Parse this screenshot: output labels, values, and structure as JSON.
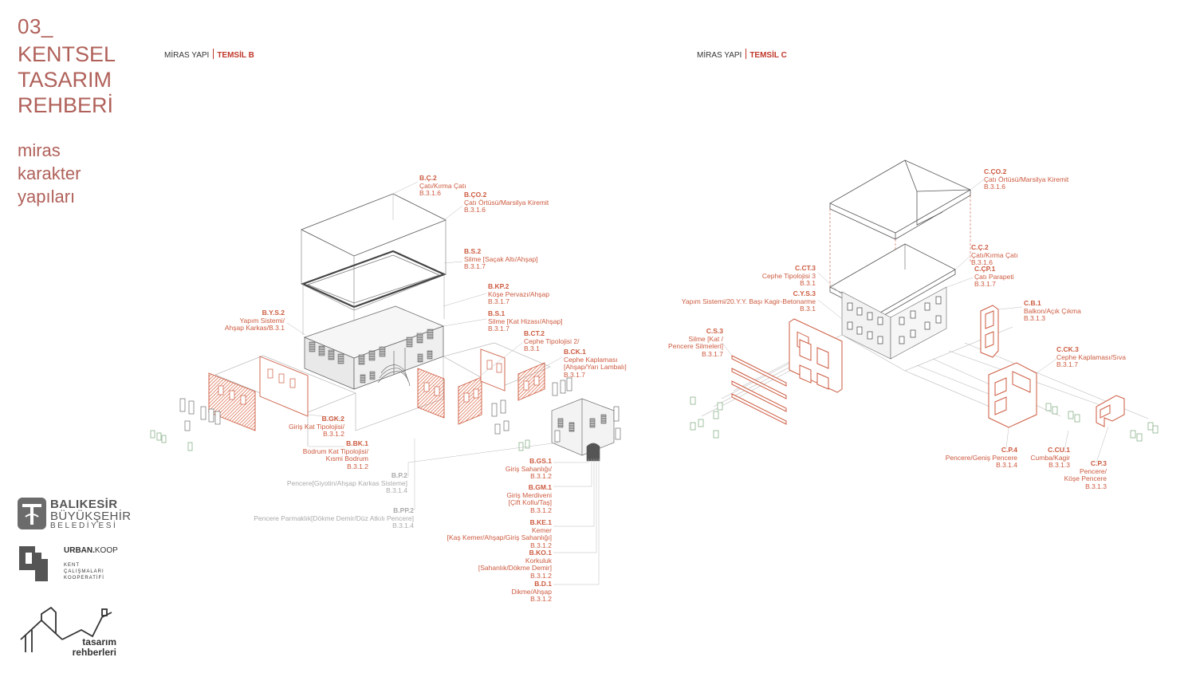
{
  "section": {
    "number": "03_",
    "title_lines": [
      "KENTSEL",
      "TASARIM",
      "REHBERİ"
    ],
    "subtitle_lines": [
      "miras",
      "karakter",
      "yapıları"
    ]
  },
  "panels": {
    "b": {
      "prefix": "MİRAS YAPI",
      "name": "TEMSİL B"
    },
    "c": {
      "prefix": "MİRAS YAPI",
      "name": "TEMSİL C"
    }
  },
  "labels_b": {
    "bc2": {
      "code": "B.Ç.2",
      "lines": [
        "Çatı/Kırma Çatı",
        "B.3.1.6"
      ]
    },
    "bco2": {
      "code": "B.ÇO.2",
      "lines": [
        "Çatı Örtüsü/Marsilya Kiremit",
        "B.3.1.6"
      ]
    },
    "bs2": {
      "code": "B.S.2",
      "lines": [
        "Silme [Saçak Altı/Ahşap]",
        "B.3.1.7"
      ]
    },
    "bkp2": {
      "code": "B.KP.2",
      "lines": [
        "Köşe Pervazı/Ahşap",
        "B.3.1.7"
      ]
    },
    "bys2": {
      "code": "B.Y.S.2",
      "lines": [
        "Yapım Sistemi/",
        "Ahşap Karkas/B.3.1"
      ]
    },
    "bs1": {
      "code": "B.S.1",
      "lines": [
        "Silme [Kat Hizası/Ahşap]",
        "B.3.1.7"
      ]
    },
    "bct2": {
      "code": "B.CT.2",
      "lines": [
        "Cephe Tipolojisi 2/",
        "B.3.1"
      ]
    },
    "bck1": {
      "code": "B.CK.1",
      "lines": [
        "Cephe Kaplaması",
        "[Ahşap/Yarı Lambalı]",
        "B.3.1.7"
      ]
    },
    "bgk2": {
      "code": "B.GK.2",
      "lines": [
        "Giriş Kat Tipolojisi/",
        "B.3.1.2"
      ]
    },
    "bbk1": {
      "code": "B.BK.1",
      "lines": [
        "Bodrum Kat Tipolojisi/",
        "Kısmi Bodrum",
        "B.3.1.2"
      ]
    },
    "bp2": {
      "code": "B.P.2",
      "lines": [
        "Pencere[Giyotin/Ahşap Karkas Sisteme]",
        "B.3.1.4"
      ]
    },
    "bpp2": {
      "code": "B.PP.2",
      "lines": [
        "Pencere Parmaklık[Dökme Demir/Düz Atkılı Pencere]",
        "B.3.1.4"
      ]
    },
    "bgs1": {
      "code": "B.GS.1",
      "lines": [
        "Giriş Sahanlığı/",
        "B.3.1.2"
      ]
    },
    "bgm1": {
      "code": "B.GM.1",
      "lines": [
        "Giriş Merdiveni",
        "[Çift Kollu/Taş]",
        "B.3.1.2"
      ]
    },
    "bke1": {
      "code": "B.KE.1",
      "lines": [
        "Kemer",
        "[Kaş Kemer/Ahşap/Giriş Sahanlığı]",
        "B.3.1.2"
      ]
    },
    "bko1": {
      "code": "B.KO.1",
      "lines": [
        "Korkuluk",
        "[Sahanlık/Dökme Demir]",
        "B.3.1.2"
      ]
    },
    "bd1": {
      "code": "B.D.1",
      "lines": [
        "Dikme/Ahşap",
        "B.3.1.2"
      ]
    }
  },
  "labels_c": {
    "cco2": {
      "code": "C.ÇO.2",
      "lines": [
        "Çatı Örtüsü/Marsilya Kiremit",
        "B.3.1.6"
      ]
    },
    "cc2": {
      "code": "C.Ç.2",
      "lines": [
        "Çatı/Kırma Çatı",
        "B.3.1.6"
      ]
    },
    "ccp1": {
      "code": "C.ÇP.1",
      "lines": [
        "Çatı Parapeti",
        "B.3.1.7"
      ]
    },
    "cct3": {
      "code": "C.CT.3",
      "lines": [
        "Cephe Tipolojisi 3",
        "B.3.1"
      ]
    },
    "cys3": {
      "code": "C.Y.S.3",
      "lines": [
        "Yapım Sistemi/20.Y.Y. Başı Kagir-Betonarme",
        "B.3.1"
      ]
    },
    "cb1": {
      "code": "C.B.1",
      "lines": [
        "Balkon/Açık Çıkma",
        "B.3.1.3"
      ]
    },
    "cs3": {
      "code": "C.S.3",
      "lines": [
        "Silme [Kat /",
        "Pencere Silmeleri]",
        "B.3.1.7"
      ]
    },
    "cck3": {
      "code": "C.CK.3",
      "lines": [
        "Cephe Kaplaması/Sıva",
        "B.3.1.7"
      ]
    },
    "cp4": {
      "code": "C.P.4",
      "lines": [
        "Pencere/Geniş Pencere",
        "B.3.1.4"
      ]
    },
    "ccu1": {
      "code": "C.CU.1",
      "lines": [
        "Cumba/Kagir",
        "B.3.1.3"
      ]
    },
    "cp3": {
      "code": "C.P.3",
      "lines": [
        "Pencere/",
        "Köşe Pencere",
        "B.3.1.3"
      ]
    }
  },
  "logos": {
    "balikesir": {
      "line1": "BALIKESİR",
      "line2": "BÜYÜKŞEHİR",
      "line3": "BELEDİYESİ",
      "color": "#6b6b6b"
    },
    "urban": {
      "name_bold": "URBAN.",
      "name_rest": "KOOP",
      "sub_lines": [
        "KENT",
        "ÇALIŞMALARI",
        "KOOPERATİFİ"
      ]
    },
    "tasarim": {
      "line1": "tasarım",
      "line2": "rehberleri"
    }
  },
  "colors": {
    "accent": "#c0392b",
    "label": "#cc5a3f",
    "heading": "#b0615a",
    "line": "#555555",
    "green": "#7aa57a"
  }
}
